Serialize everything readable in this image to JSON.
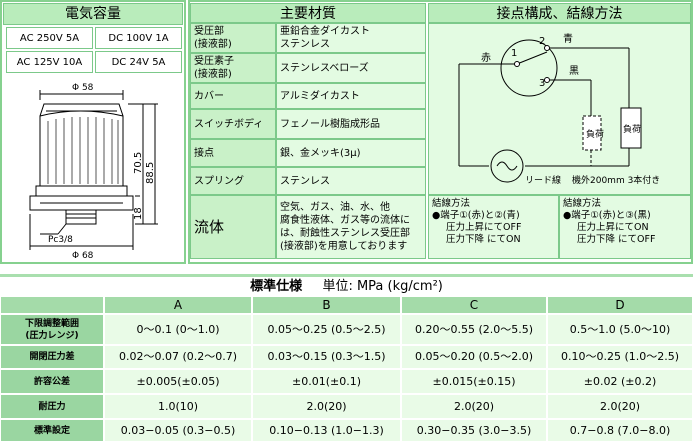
{
  "capacity": {
    "title": "電気容量",
    "items": [
      "AC 250V 5A",
      "DC 100V 1A",
      "AC 125V 10A",
      "DC 24V 5A"
    ]
  },
  "dimensions": {
    "top_dia": "Φ 58",
    "bottom_dia": "Φ 68",
    "height_a": "70.5",
    "height_b": "88.5",
    "height_c": "18",
    "port": "Pc3/8"
  },
  "materials": {
    "title": "主要材質",
    "rows": [
      {
        "label": "受圧部\n(接液部)",
        "value": "亜鉛合金ダイカスト\nステンレス"
      },
      {
        "label": "受圧素子\n(接液部)",
        "value": "ステンレスベローズ"
      },
      {
        "label": "カバー",
        "value": "アルミダイカスト"
      },
      {
        "label": "スイッチボディ",
        "value": "フェノール樹脂成形品"
      },
      {
        "label": "接点",
        "value": "銀、金メッキ(3μ)"
      },
      {
        "label": "スプリング",
        "value": "ステンレス"
      },
      {
        "label": "流体",
        "value": "空気、ガス、油、水、他\n腐食性液体、ガス等の流体に\nは、耐蝕性ステンレス受圧部\n(接液部)を用意しております"
      }
    ]
  },
  "wiring": {
    "title": "接点構成、結線方法",
    "labels": {
      "red": "赤",
      "blue": "青",
      "black": "黒",
      "t1": "1",
      "t2": "2",
      "t3": "3",
      "load": "負荷",
      "lead": "リード線",
      "lead_note": "機外200mm 3本付き"
    },
    "method_left": {
      "title": "結線方法",
      "lines": [
        "●端子①(赤)と②(青)",
        "圧力上昇にてOFF",
        "圧力下降 にてON"
      ]
    },
    "method_right": {
      "title": "結線方法",
      "lines": [
        "●端子①(赤)と③(黒)",
        "圧力上昇にてON",
        "圧力下降 にてOFF"
      ]
    }
  },
  "spec": {
    "title": "標準仕様",
    "unit": "単位: MPa (kg/cm²)",
    "columns": [
      "A",
      "B",
      "C",
      "D"
    ],
    "rows": [
      {
        "label": "下限調整範囲\n(圧力レンジ)",
        "values": [
          "0〜0.1 (0〜1.0)",
          "0.05〜0.25 (0.5〜2.5)",
          "0.20〜0.55 (2.0〜5.5)",
          "0.5〜1.0 (5.0〜10)"
        ]
      },
      {
        "label": "開閉圧力差",
        "values": [
          "0.02〜0.07 (0.2〜0.7)",
          "0.03〜0.15 (0.3〜1.5)",
          "0.05〜0.20 (0.5〜2.0)",
          "0.10〜0.25 (1.0〜2.5)"
        ]
      },
      {
        "label": "許容公差",
        "values": [
          "±0.005(±0.05)",
          "±0.01(±0.1)",
          "±0.015(±0.15)",
          "±0.02 (±0.2)"
        ]
      },
      {
        "label": "耐圧力",
        "values": [
          "1.0(10)",
          "2.0(20)",
          "2.0(20)",
          "2.0(20)"
        ]
      },
      {
        "label": "標準設定",
        "values": [
          "0.03−0.05 (0.3−0.5)",
          "0.10−0.13 (1.0−1.3)",
          "0.30−0.35 (3.0−3.5)",
          "0.7−0.8 (7.0−8.0)"
        ]
      }
    ]
  }
}
